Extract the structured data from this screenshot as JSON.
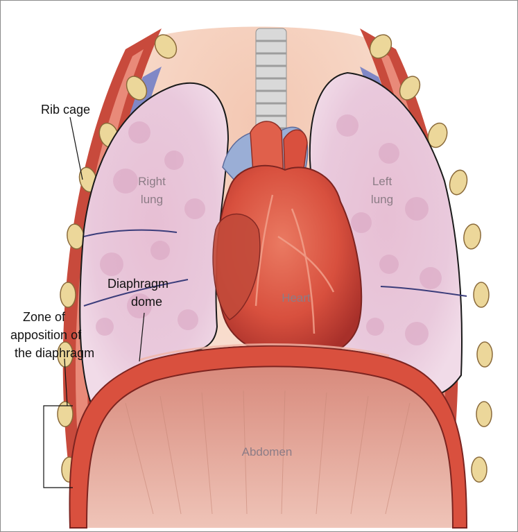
{
  "labels": {
    "rib_cage": "Rib cage",
    "right_lung_1": "Right",
    "right_lung_2": "lung",
    "left_lung_1": "Left",
    "left_lung_2": "lung",
    "heart": "Heart",
    "abdomen": "Abdomen",
    "diaphragm_dome_1": "Diaphragm",
    "diaphragm_dome_2": "dome",
    "zone_1": "Zone of",
    "zone_2": "apposition of",
    "zone_3": "the diaphragm"
  },
  "colors": {
    "lung_fill": "#e9c9dc",
    "lung_spot": "#d9a4c1",
    "pleura_blue": "#7f85c2",
    "muscle_red": "#c84a3c",
    "rib_bone": "#ecd79a",
    "heart_red": "#d8503e",
    "abdomen_fill": "#e8b9ac",
    "skin_peach": "#f6dccd",
    "organ_label": "#8c7c86"
  }
}
